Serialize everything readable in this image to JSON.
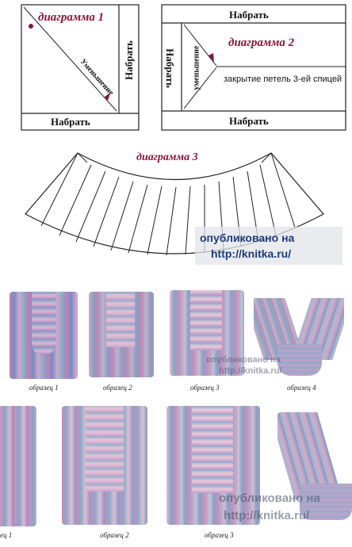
{
  "diagram1": {
    "title": "диаграмма 1",
    "top_right_label": "Набрать",
    "diagonal_label": "Уменьшение",
    "bottom_label": "Набрать"
  },
  "diagram2": {
    "top_label": "Набрать",
    "title": "диаграмма 2",
    "left_label": "Набрать",
    "decrease_label": "уменьшение",
    "closing_label": "закрытие петель 3-ей спицей",
    "bottom_label": "Набрать"
  },
  "diagram3": {
    "title": "диаграмма 3"
  },
  "watermark": {
    "line1": "опубликовано на",
    "line2": "http://knitka.ru/",
    "small1": "опубликовано на",
    "small2": "http://knitka.ru/"
  },
  "samples_row1": [
    {
      "caption": "образец 1"
    },
    {
      "caption": "образец 2"
    },
    {
      "caption": "образец 3"
    },
    {
      "caption": "образец 4"
    }
  ],
  "samples_row2": [
    {
      "caption": "ец 1"
    },
    {
      "caption": "образец 2"
    },
    {
      "caption": "образец 3"
    }
  ]
}
